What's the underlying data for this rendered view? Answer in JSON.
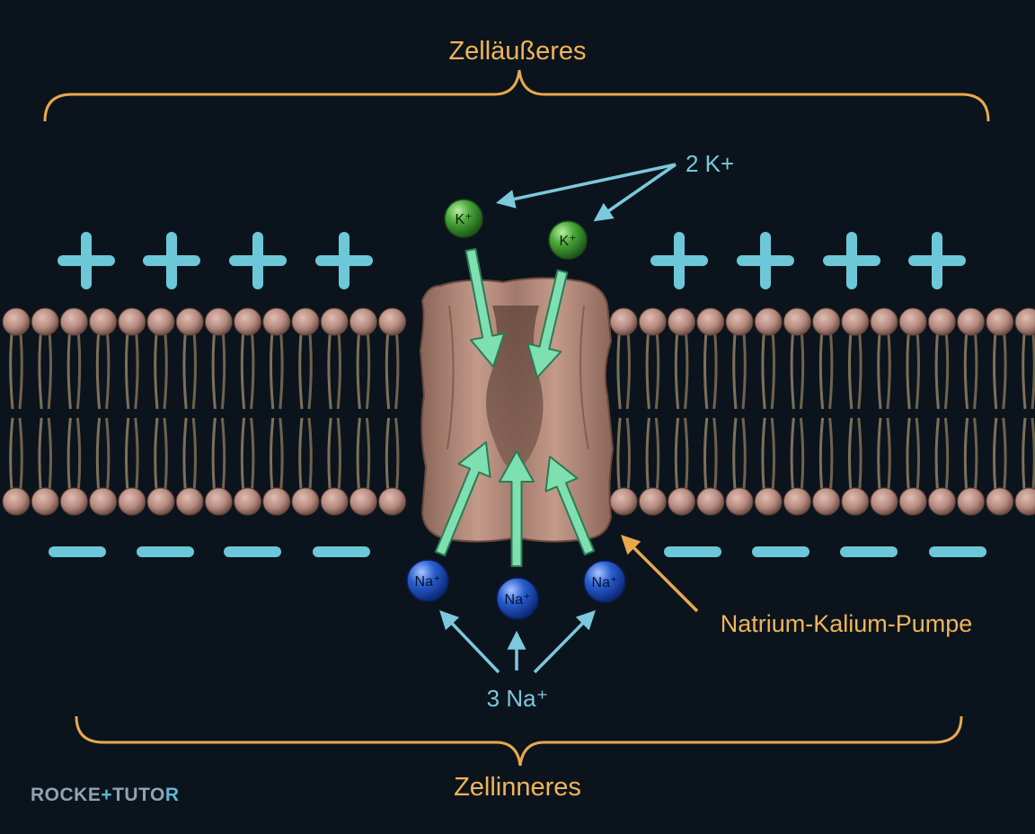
{
  "labels": {
    "outside": "Zelläußeres",
    "inside": "Zellinneres",
    "potassium_group": "2 K+",
    "sodium_group": "3 Na⁺",
    "pump": "Natrium-Kalium-Pumpe"
  },
  "ions": {
    "potassium": [
      "K⁺",
      "K⁺"
    ],
    "sodium": [
      "Na⁺",
      "Na⁺",
      "Na⁺"
    ]
  },
  "charges": {
    "outside_symbol": "+",
    "inside_symbol": "−",
    "outside_count_left": 4,
    "outside_count_right": 4,
    "inside_count_left": 4,
    "inside_count_right": 4
  },
  "logo": "ROCKET TUTOR",
  "colors": {
    "background": "#0b141c",
    "bracket": "#e8a94e",
    "label_orange": "#f0b45a",
    "charge": "#6cc8d8",
    "ion_arrow": "#7ee0b0",
    "pointer": "#7cc8dc",
    "potassium": "#4aa83a",
    "sodium": "#2a5fd0",
    "protein": "#b58d7f",
    "lipid_head": "#b58a7e",
    "lipid_tail": "#8a7a62"
  }
}
